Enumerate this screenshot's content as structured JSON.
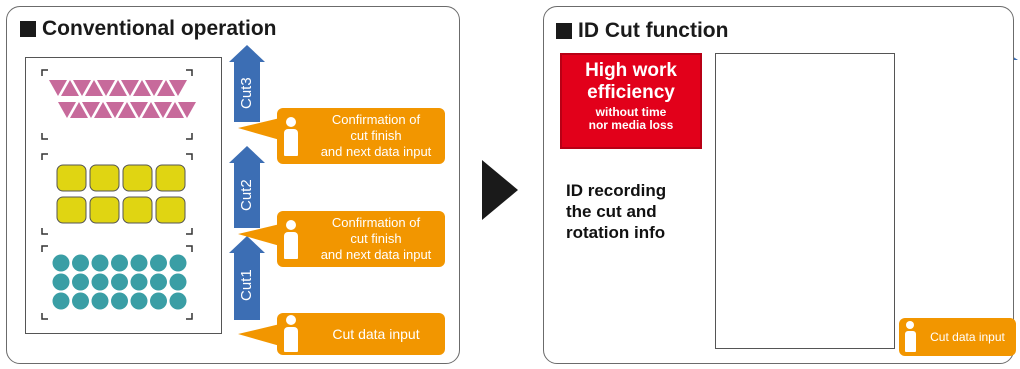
{
  "left_panel": {
    "title": "Conventional operation",
    "cuts": [
      "Cut3",
      "Cut2",
      "Cut1"
    ],
    "callouts": [
      {
        "line1": "Confirmation of",
        "line2": "cut finish",
        "line3": "and next data input"
      },
      {
        "line1": "Confirmation of",
        "line2": "cut finish",
        "line3": "and next data input"
      },
      {
        "line1": "Cut data input"
      }
    ]
  },
  "right_panel": {
    "title": "ID Cut function",
    "efficiency": {
      "heading1": "High work",
      "heading2": "efficiency",
      "sub1": "without time",
      "sub2": "nor media loss"
    },
    "id_recording": {
      "line1": "ID recording",
      "line2": "the cut and",
      "line3": "rotation info"
    },
    "consecutive": {
      "title": "Consecutive cut",
      "subtitle": "(unmanned operation while cutting)"
    },
    "callout": "Cut data input"
  },
  "colors": {
    "triangle": "#c76a9b",
    "rounded_rect": "#e0d512",
    "circle": "#3a9ea5",
    "arrow": "#3c6eb4",
    "orange": "#f29600",
    "red_box": "#e2001a"
  }
}
